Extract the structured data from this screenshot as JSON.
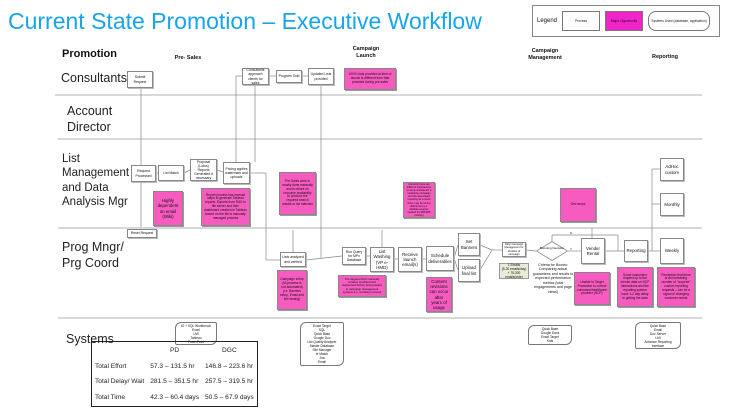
{
  "title": "Current State Promotion – Executive Workflow",
  "legend": {
    "label": "Legend",
    "process": "Process",
    "opportunity": "Major Opportunity",
    "systems": "Systems Used (database, application)"
  },
  "colors": {
    "title": "#18a4ea",
    "opportunity": "#f75bbf",
    "legend_opportunity": "#f024c8"
  },
  "phases": {
    "promotion": "Promotion",
    "presales": "Pre- Sales",
    "launch": "Campaign Launch",
    "management": "Campaign Management",
    "reporting": "Reporting"
  },
  "lanes": {
    "consultants": "Consultants",
    "account_director": "Account Director",
    "list_mgmt": "List Management and Data Analysis Mgr",
    "prog": "Prog Mngr/ Prg Coord",
    "systems": "Systems"
  },
  "process": {
    "submit_request": "Submit Request",
    "consultants_approach": "Consultants approach clients for sales",
    "program_sold": "Program Sold",
    "updated_lists": "Updated Lists provided",
    "request_processed": "Request Processed",
    "list_match": "List Match",
    "proposal_reports": "Proposal (Lotus) Reports Generated if necessary",
    "pricing_watermark": "Pricing applies watermark and uploads",
    "adhoc": "AdHoc custom",
    "monthly": "Monthly",
    "reset_request": "Reset Request",
    "lists_analyzed": "Lists analyzed and verified",
    "run_query": "Run Query for MPx Database",
    "list_washing": "List Washing (VP e-HMD)",
    "receive_launch": "Receive launch email(s)",
    "schedule": "Schedule deliverables",
    "set_banners": "Set Banners",
    "upload_list": "Upload final list",
    "daily_mgmt": "Daily Campaign Management for duration of campaign",
    "boosting": "Boosting Decision",
    "vendor_rental": "Vender Rental",
    "reporting": "Reporting",
    "weekly": "Weekly",
    "n_label": "N",
    "y_label": "Y"
  },
  "emails": {
    "line1": "1 Emails",
    "line2": "(5-20 emails/day)",
    "line3": "+ 75-300 emails/order"
  },
  "criteria": "Criteria for Boosts: Comparing actual guarantees and results to expected performance metrics (total engagements and page views)",
  "opportunities": {
    "lists_different": "100% Lists provided at time of launch is different from that provided during pre-sales",
    "email_dependent": "Highly dependent on email (Wiki)",
    "report_manual": "Report process has manual steps to generate Tableau reports. Exports from RAS to file server and then dashboard creation in Tableau based on the file is manually managed process",
    "presales_manual": "Pre-Sales work is mostly done manually and is reliant on resource availability to produce the required search results or list matches",
    "different_mechanisms": "Currently there are different mechanisms to setup and launch a marketing campaign and the associated reporting as a result there may be timing differences (i.e. Multiple sources needed for MPI/IMS overlay)",
    "get_recipe": "Get recipe",
    "campaign_setup": "Campaign setup (IA process is not automated) (i.e. Banners setup, Email and link testing)",
    "targeted_list": "The targeted list is manually curated, scrubbed and augmented before being loaded to campaign management systems (i.e. a lookup process)",
    "content_revisions": "Content revisions can occur after years of usage",
    "unable_target": "Unable to Target Promotion to correct consumer/healthcare provider (HCP)",
    "minute_data": "Some customers request up to the minute data on HCP interactions and the reporting system have 1-2 day delay in getting the data",
    "perception": "Perception that there is an increasing number of \"surprise\" custom reporting requests – can be a signal of changing customer needs"
  },
  "systems": {
    "presales": [
      "IO + SQL Workbench",
      "Excel",
      "LMI",
      "Tableau",
      "PowerPoint"
    ],
    "launch": [
      "Exact Target",
      "SQL",
      "Quick Base",
      "Google Doc",
      "List Quality Analyzer",
      "Master Database",
      "Site Manager",
      "ie Match",
      "Jira",
      "Email"
    ],
    "management": [
      "Quick Base",
      "Google Docs",
      "Exact Target",
      "Kids"
    ],
    "reporting": [
      "Quick Base",
      "Email",
      "Doc Server",
      "LMI",
      "Advance Reporting",
      "Interface"
    ]
  },
  "stats": {
    "columns": [
      "",
      "PD",
      "DGC"
    ],
    "rows": [
      [
        "Total Effort",
        "57.3 – 131.5 hr",
        "146.8 – 223.6 hr"
      ],
      [
        "Total Delay/ Wait",
        "281.5 – 351.5 hr",
        "257.5 – 319.5 hr"
      ],
      [
        "Total Time",
        "42.3 – 60.4 days",
        "50.5 – 67.9 days"
      ]
    ]
  }
}
